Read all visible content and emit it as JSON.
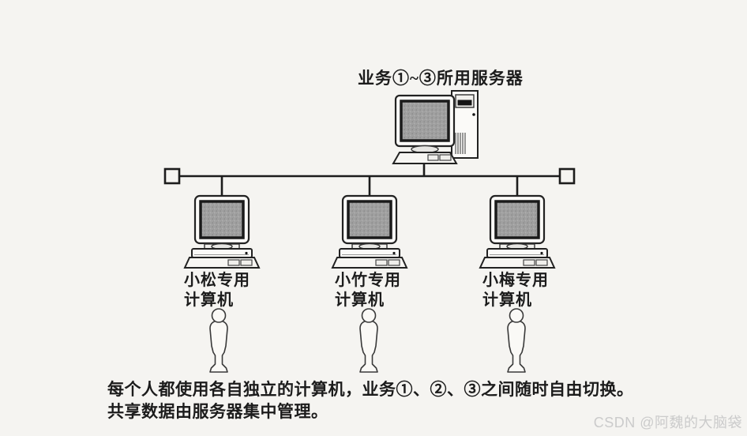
{
  "title": "业务①~③所用服务器",
  "computers": [
    {
      "owner": "小松",
      "label": "小松专用\n计算机"
    },
    {
      "owner": "小竹",
      "label": "小竹专用\n计算机"
    },
    {
      "owner": "小梅",
      "label": "小梅专用\n计算机"
    }
  ],
  "caption": {
    "line1": "每个人都使用各自独立的计算机，业务①、②、③之间随时自由切换。",
    "line2": "共享数据由服务器集中管理。"
  },
  "watermark": {
    "text": "CSDN @阿魏的大脑袋"
  },
  "colors": {
    "background": "#f5f4f1",
    "ink": "#1c1c1c",
    "screen_gray": "#9e9e9e",
    "watermark_gray": "#cbcbcb"
  }
}
